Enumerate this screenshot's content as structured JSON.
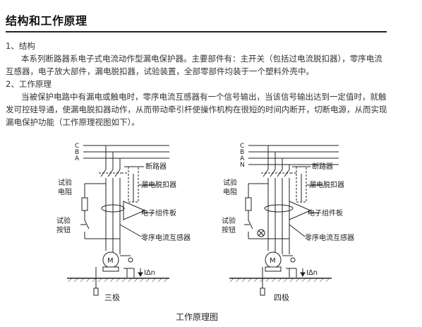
{
  "section_title": "结构和工作原理",
  "structure": {
    "heading": "1、结构",
    "text": "本系列断路器系电子式电流动作型漏电保护器。主要部件有：主开关（包括过电流脱扣器），零序电流互感器，电子放大部件，漏电脱扣器，试验装置，全部零部件均装于一个塑料外壳中。"
  },
  "principle": {
    "heading": "2、工作原理",
    "text": "当被保护电路中有漏电或触电时，零序电流互感器有一个信号输出，当该信号输出达到一定值时，就触发可控硅导通，使漏电脱扣器动作，从而带动牵引杆使操作机构在很短的时间内断开，切断电源，从而实现漏电保护功能（工作原理视图如下）。"
  },
  "diagram_left": {
    "phases": [
      "C",
      "B",
      "A"
    ],
    "labels": {
      "breaker": "断路器",
      "leakage_release": "漏电脱扣器",
      "electronic_board": "电子组件板",
      "zero_seq_ct": "零序电流互感器",
      "test_resistor_1": "试验",
      "test_resistor_2": "电阻",
      "test_button_1": "试验",
      "test_button_2": "按钮",
      "motor": "M",
      "leak_current": "I∆n",
      "poles": "三极"
    }
  },
  "diagram_right": {
    "phases": [
      "C",
      "B",
      "A",
      "N"
    ],
    "labels": {
      "breaker": "断路器",
      "leakage_release": "漏电脱扣器",
      "electronic_board": "电子组件板",
      "zero_seq_ct": "零序电流互感器",
      "test_resistor_1": "试验",
      "test_resistor_2": "电阻",
      "test_button_1": "试验",
      "test_button_2": "按钮",
      "motor": "M",
      "leak_current": "I∆n",
      "poles": "四极"
    }
  },
  "caption": "工作原理图"
}
